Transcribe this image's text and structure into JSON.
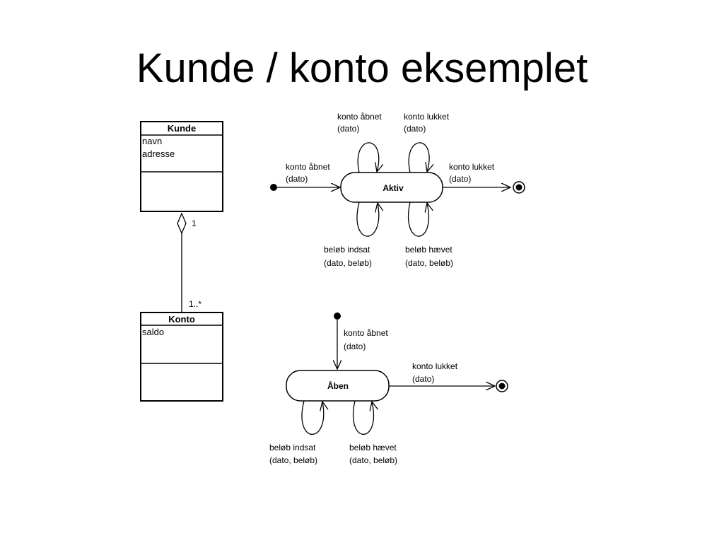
{
  "title": "Kunde / konto eksemplet",
  "class_diagram": {
    "kunde": {
      "name": "Kunde",
      "attributes": [
        "navn",
        "adresse"
      ]
    },
    "konto": {
      "name": "Konto",
      "attributes": [
        "saldo"
      ]
    },
    "association": {
      "mult_kunde": "1",
      "mult_konto": "1..*"
    }
  },
  "state_diagram_1": {
    "state": "Aktiv",
    "entry": {
      "event": "konto åbnet",
      "params": "(dato)"
    },
    "exit": {
      "event": "konto lukket",
      "params": "(dato)"
    },
    "self_top_left": {
      "event": "konto åbnet",
      "params": "(dato)"
    },
    "self_top_right": {
      "event": "konto lukket",
      "params": "(dato)"
    },
    "self_bottom_left": {
      "event": "beløb indsat",
      "params": "(dato, beløb)"
    },
    "self_bottom_right": {
      "event": "beløb hævet",
      "params": "(dato, beløb)"
    }
  },
  "state_diagram_2": {
    "state": "Åben",
    "entry": {
      "event": "konto åbnet",
      "params": "(dato)"
    },
    "exit": {
      "event": "konto lukket",
      "params": "(dato)"
    },
    "self_bottom_left": {
      "event": "beløb indsat",
      "params": "(dato, beløb)"
    },
    "self_bottom_right": {
      "event": "beløb hævet",
      "params": "(dato, beløb)"
    }
  }
}
